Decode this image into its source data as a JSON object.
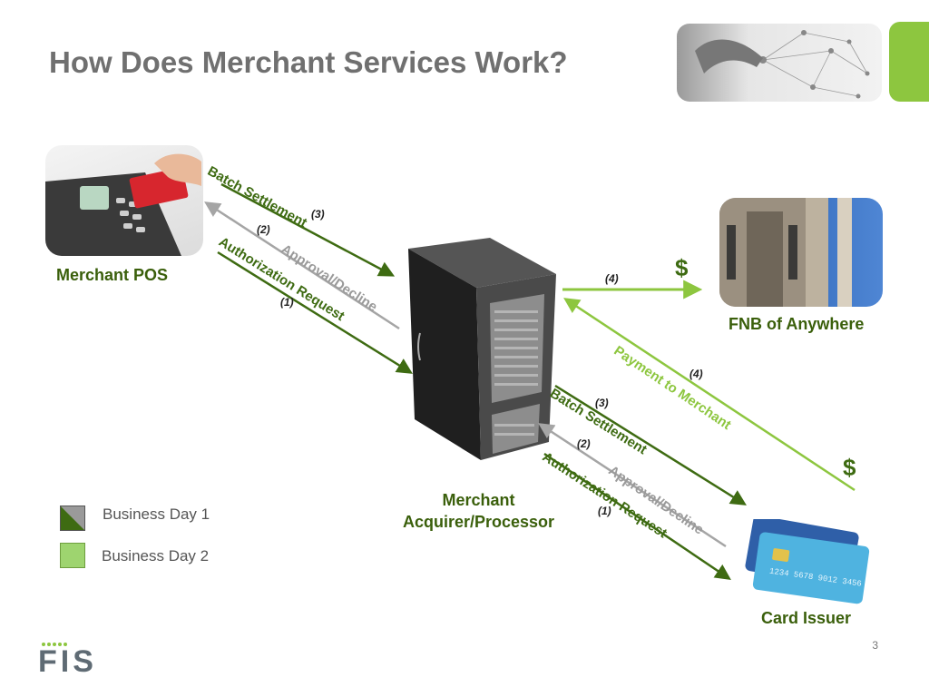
{
  "title": "How Does Merchant Services Work?",
  "nodes": {
    "merchant_pos": "Merchant POS",
    "bank": "FNB of Anywhere",
    "processor_line1": "Merchant",
    "processor_line2": "Acquirer/Processor",
    "issuer": "Card Issuer"
  },
  "flows_left": {
    "batch": "Batch Settlement",
    "approval": "Approval/Decline",
    "auth": "Authorization Request",
    "n3": "(3)",
    "n2": "(2)",
    "n1": "(1)"
  },
  "flows_right": {
    "batch": "Batch Settlement",
    "approval": "Approval/Decline",
    "auth": "Authorization Request",
    "n3": "(3)",
    "n2": "(2)",
    "n1": "(1)"
  },
  "payment": {
    "label": "Payment to Merchant",
    "n4": "(4)",
    "n4_bank": "(4)"
  },
  "dollar_sign": "$",
  "legend": {
    "day1": "Business Day 1",
    "day2": "Business Day 2"
  },
  "logo": "FIS",
  "page_number": "3",
  "colors": {
    "dark_green": "#3e6b12",
    "light_green": "#8dc63f",
    "gray": "#9a9a9a",
    "title_gray": "#707070"
  }
}
